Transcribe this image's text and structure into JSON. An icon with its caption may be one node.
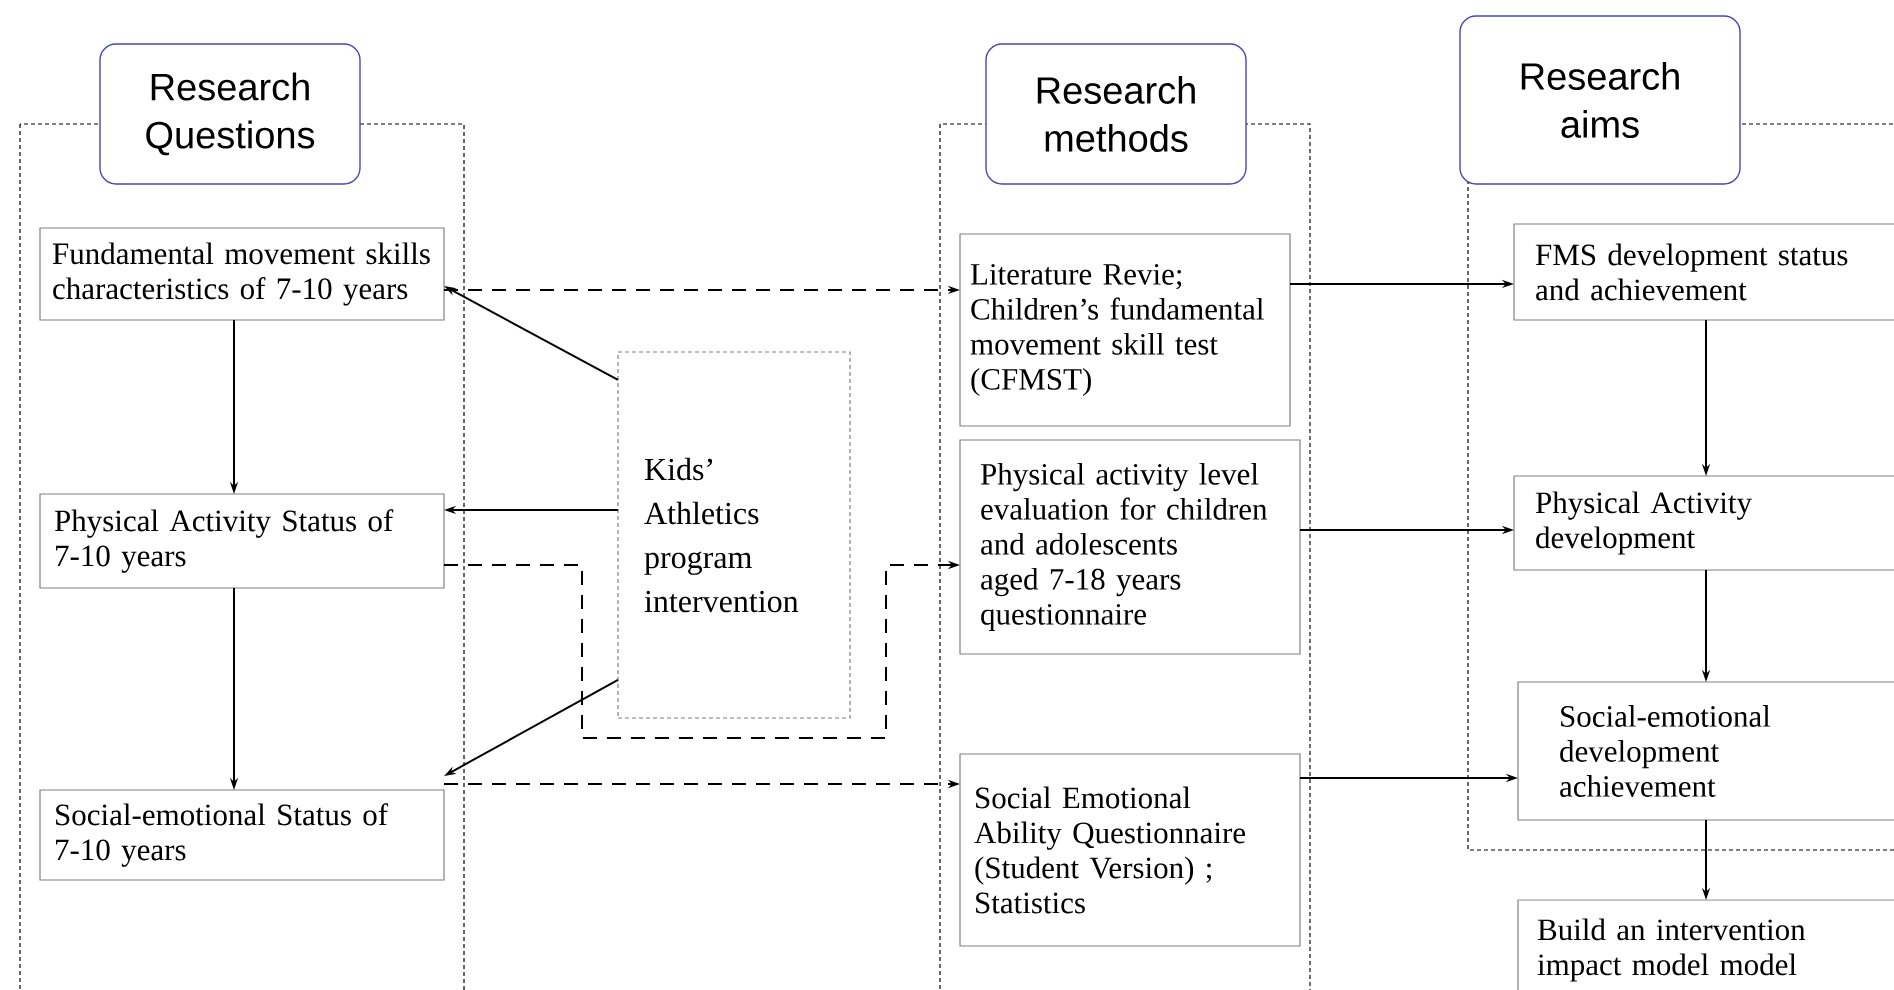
{
  "diagram": {
    "nodes": [
      {
        "text": [
          "Research Questions"
        ]
      },
      {
        "text": [
          "Fundamental movement skills characteristics of 7-10 years"
        ],
        "in": 0
      },
      {
        "text": [
          "Physical Activity Status of 7-10 years"
        ],
        "in": 0
      },
      {
        "text": [
          "Social-emotional Status of 7-10 years"
        ],
        "in": 0
      },
      {
        "text": [
          "Kids’ Athletics program intervention"
        ]
      },
      {
        "text": [
          "Research methods"
        ]
      },
      {
        "text": [
          "Literature Revie; Children’s fundamental movement skill test (CFMST)"
        ],
        "in": 5
      },
      {
        "text": [
          "Physical activity level evaluation for children and adolescents aged 7-18 years questionnaire"
        ],
        "in": 5
      },
      {
        "text": [
          "Social Emotional Ability Questionnaire (Student Version) ; Statistics"
        ],
        "in": 5
      },
      {
        "text": [
          "Research aims"
        ]
      },
      {
        "text": [
          "FMS development status and achievement"
        ],
        "in": 9
      },
      {
        "text": [
          "Physical Activity development"
        ],
        "in": 9
      },
      {
        "text": [
          "Social-emotional development achievement"
        ],
        "in": 9
      },
      {
        "text": [
          "Build an intervention impact model model"
        ]
      }
    ],
    "edges": [
      {
        "from": 1,
        "to": 2,
        "arrow": "to"
      },
      {
        "from": 2,
        "to": 3,
        "arrow": "to"
      },
      {
        "from": 4,
        "to": 1,
        "arrow": "to"
      },
      {
        "from": 4,
        "to": 2,
        "arrow": "to"
      },
      {
        "from": 4,
        "to": 3,
        "arrow": "to"
      },
      {
        "from": 1,
        "to": 6,
        "arrow": "to",
        "style": "dashed"
      },
      {
        "from": 2,
        "to": 7,
        "arrow": "to",
        "style": "dashed"
      },
      {
        "from": 3,
        "to": 8,
        "arrow": "to",
        "style": "dashed"
      },
      {
        "from": 6,
        "to": 10,
        "arrow": "to"
      },
      {
        "from": 7,
        "to": 11,
        "arrow": "to"
      },
      {
        "from": 8,
        "to": 12,
        "arrow": "to"
      },
      {
        "from": 10,
        "to": 11,
        "arrow": "to"
      },
      {
        "from": 11,
        "to": 12,
        "arrow": "to"
      },
      {
        "from": 12,
        "to": 13,
        "arrow": "to"
      }
    ]
  }
}
